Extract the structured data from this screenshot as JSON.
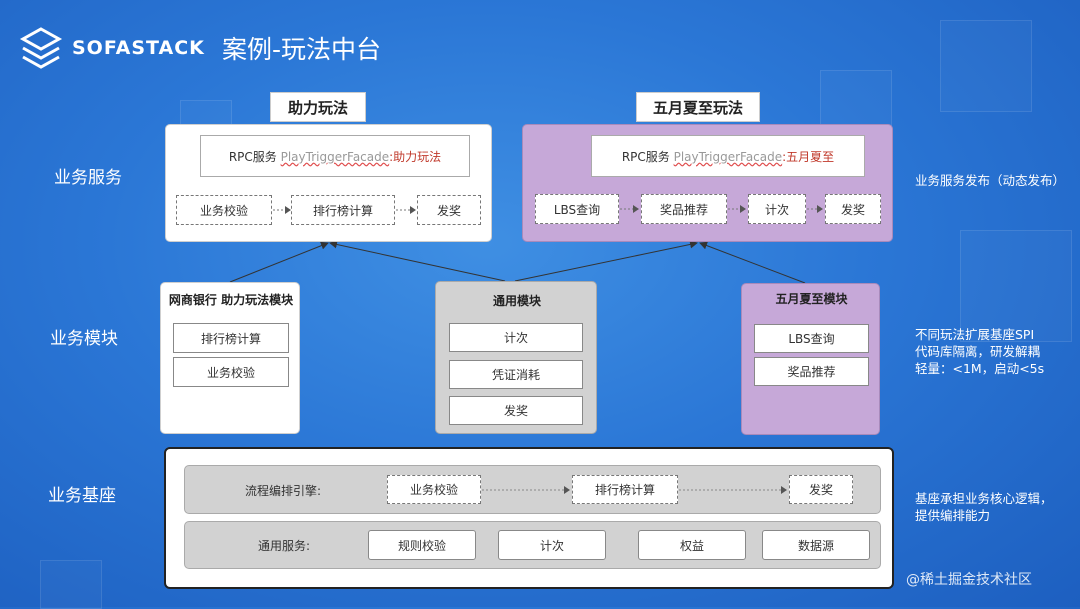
{
  "header": {
    "logo_text": "SOFASTACK",
    "title": "案例-玩法中台"
  },
  "rows": {
    "service": "业务服务",
    "module": "业务模块",
    "base": "业务基座"
  },
  "service_left": {
    "tab": "助力玩法",
    "rpc_prefix": "RPC服务 ",
    "rpc_facade": "PlayTriggerFacade",
    "rpc_name": ":助力玩法",
    "steps": [
      "业务校验",
      "排行榜计算",
      "发奖"
    ]
  },
  "service_right": {
    "tab": "五月夏至玩法",
    "rpc_prefix": "RPC服务 ",
    "rpc_facade": "PlayTriggerFacade",
    "rpc_name": ":五月夏至",
    "steps": [
      "LBS查询",
      "奖品推荐",
      "计次",
      "发奖"
    ]
  },
  "modules": {
    "left": {
      "title": "网商银行 助力玩法模块",
      "items": [
        "排行榜计算",
        "业务校验"
      ]
    },
    "center": {
      "title": "通用模块",
      "items": [
        "计次",
        "凭证消耗",
        "发奖"
      ]
    },
    "right": {
      "title": "五月夏至模块",
      "items": [
        "LBS查询",
        "奖品推荐"
      ]
    }
  },
  "base": {
    "flow_label": "流程编排引擎:",
    "flow_steps": [
      "业务校验",
      "排行榜计算",
      "发奖"
    ],
    "common_label": "通用服务:",
    "common_items": [
      "规则校验",
      "计次",
      "权益",
      "数据源"
    ]
  },
  "notes": {
    "service": "业务服务发布（动态发布）",
    "module_lines": [
      "不同玩法扩展基座SPI",
      "代码库隔离，研发解耦",
      "轻量：<1M，启动<5s"
    ],
    "base_lines": [
      "基座承担业务核心逻辑，",
      "提供编排能力"
    ]
  },
  "watermark": "@稀土掘金技术社区",
  "colors": {
    "background": "#2b77d6",
    "purple": "#c6a8d8",
    "gray": "#d2d2d2",
    "rpc_red": "#c0392b"
  }
}
